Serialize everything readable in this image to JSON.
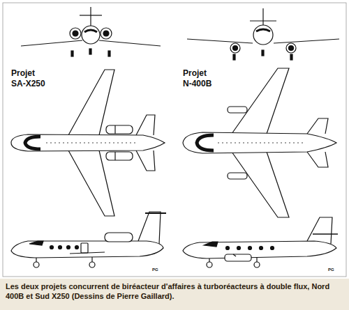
{
  "diagram": {
    "caption": "Les deux projets concurrent de biréacteur d'affaires à turboréacteurs à double flux, Nord 400B et Sud X250 (Dessins de Pierre Gaillard).",
    "labels": [
      "Projet",
      "SA-X250",
      "Projet",
      "N-400B",
      "PG",
      "PG"
    ]
  }
}
